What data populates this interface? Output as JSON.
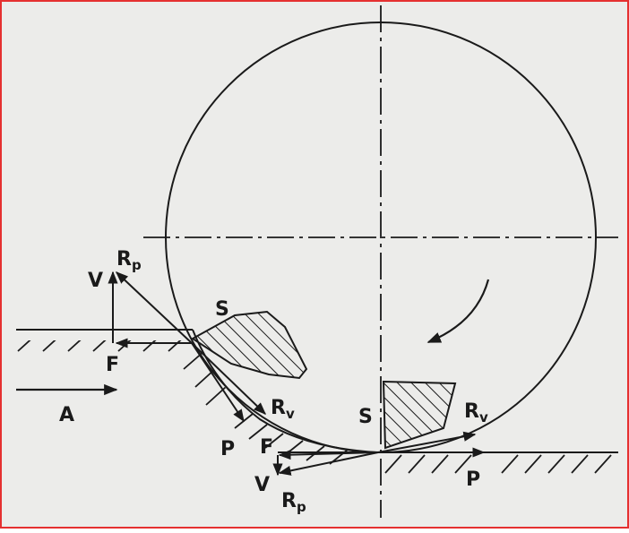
{
  "colors": {
    "paper": "#ececea",
    "ink": "#1a1a1a",
    "frame": "#e53030"
  },
  "labels": {
    "left_Rp_main": "R",
    "left_Rp_sub": "p",
    "left_V": "V",
    "left_F": "F",
    "left_S": "S",
    "left_Rv_main": "R",
    "left_Rv_sub": "v",
    "left_P": "P",
    "A": "A",
    "right_S": "S",
    "right_Rv_main": "R",
    "right_Rv_sub": "v",
    "right_F": "F",
    "right_V": "V",
    "right_Rp_main": "R",
    "right_Rp_sub": "p",
    "right_P": "P"
  }
}
